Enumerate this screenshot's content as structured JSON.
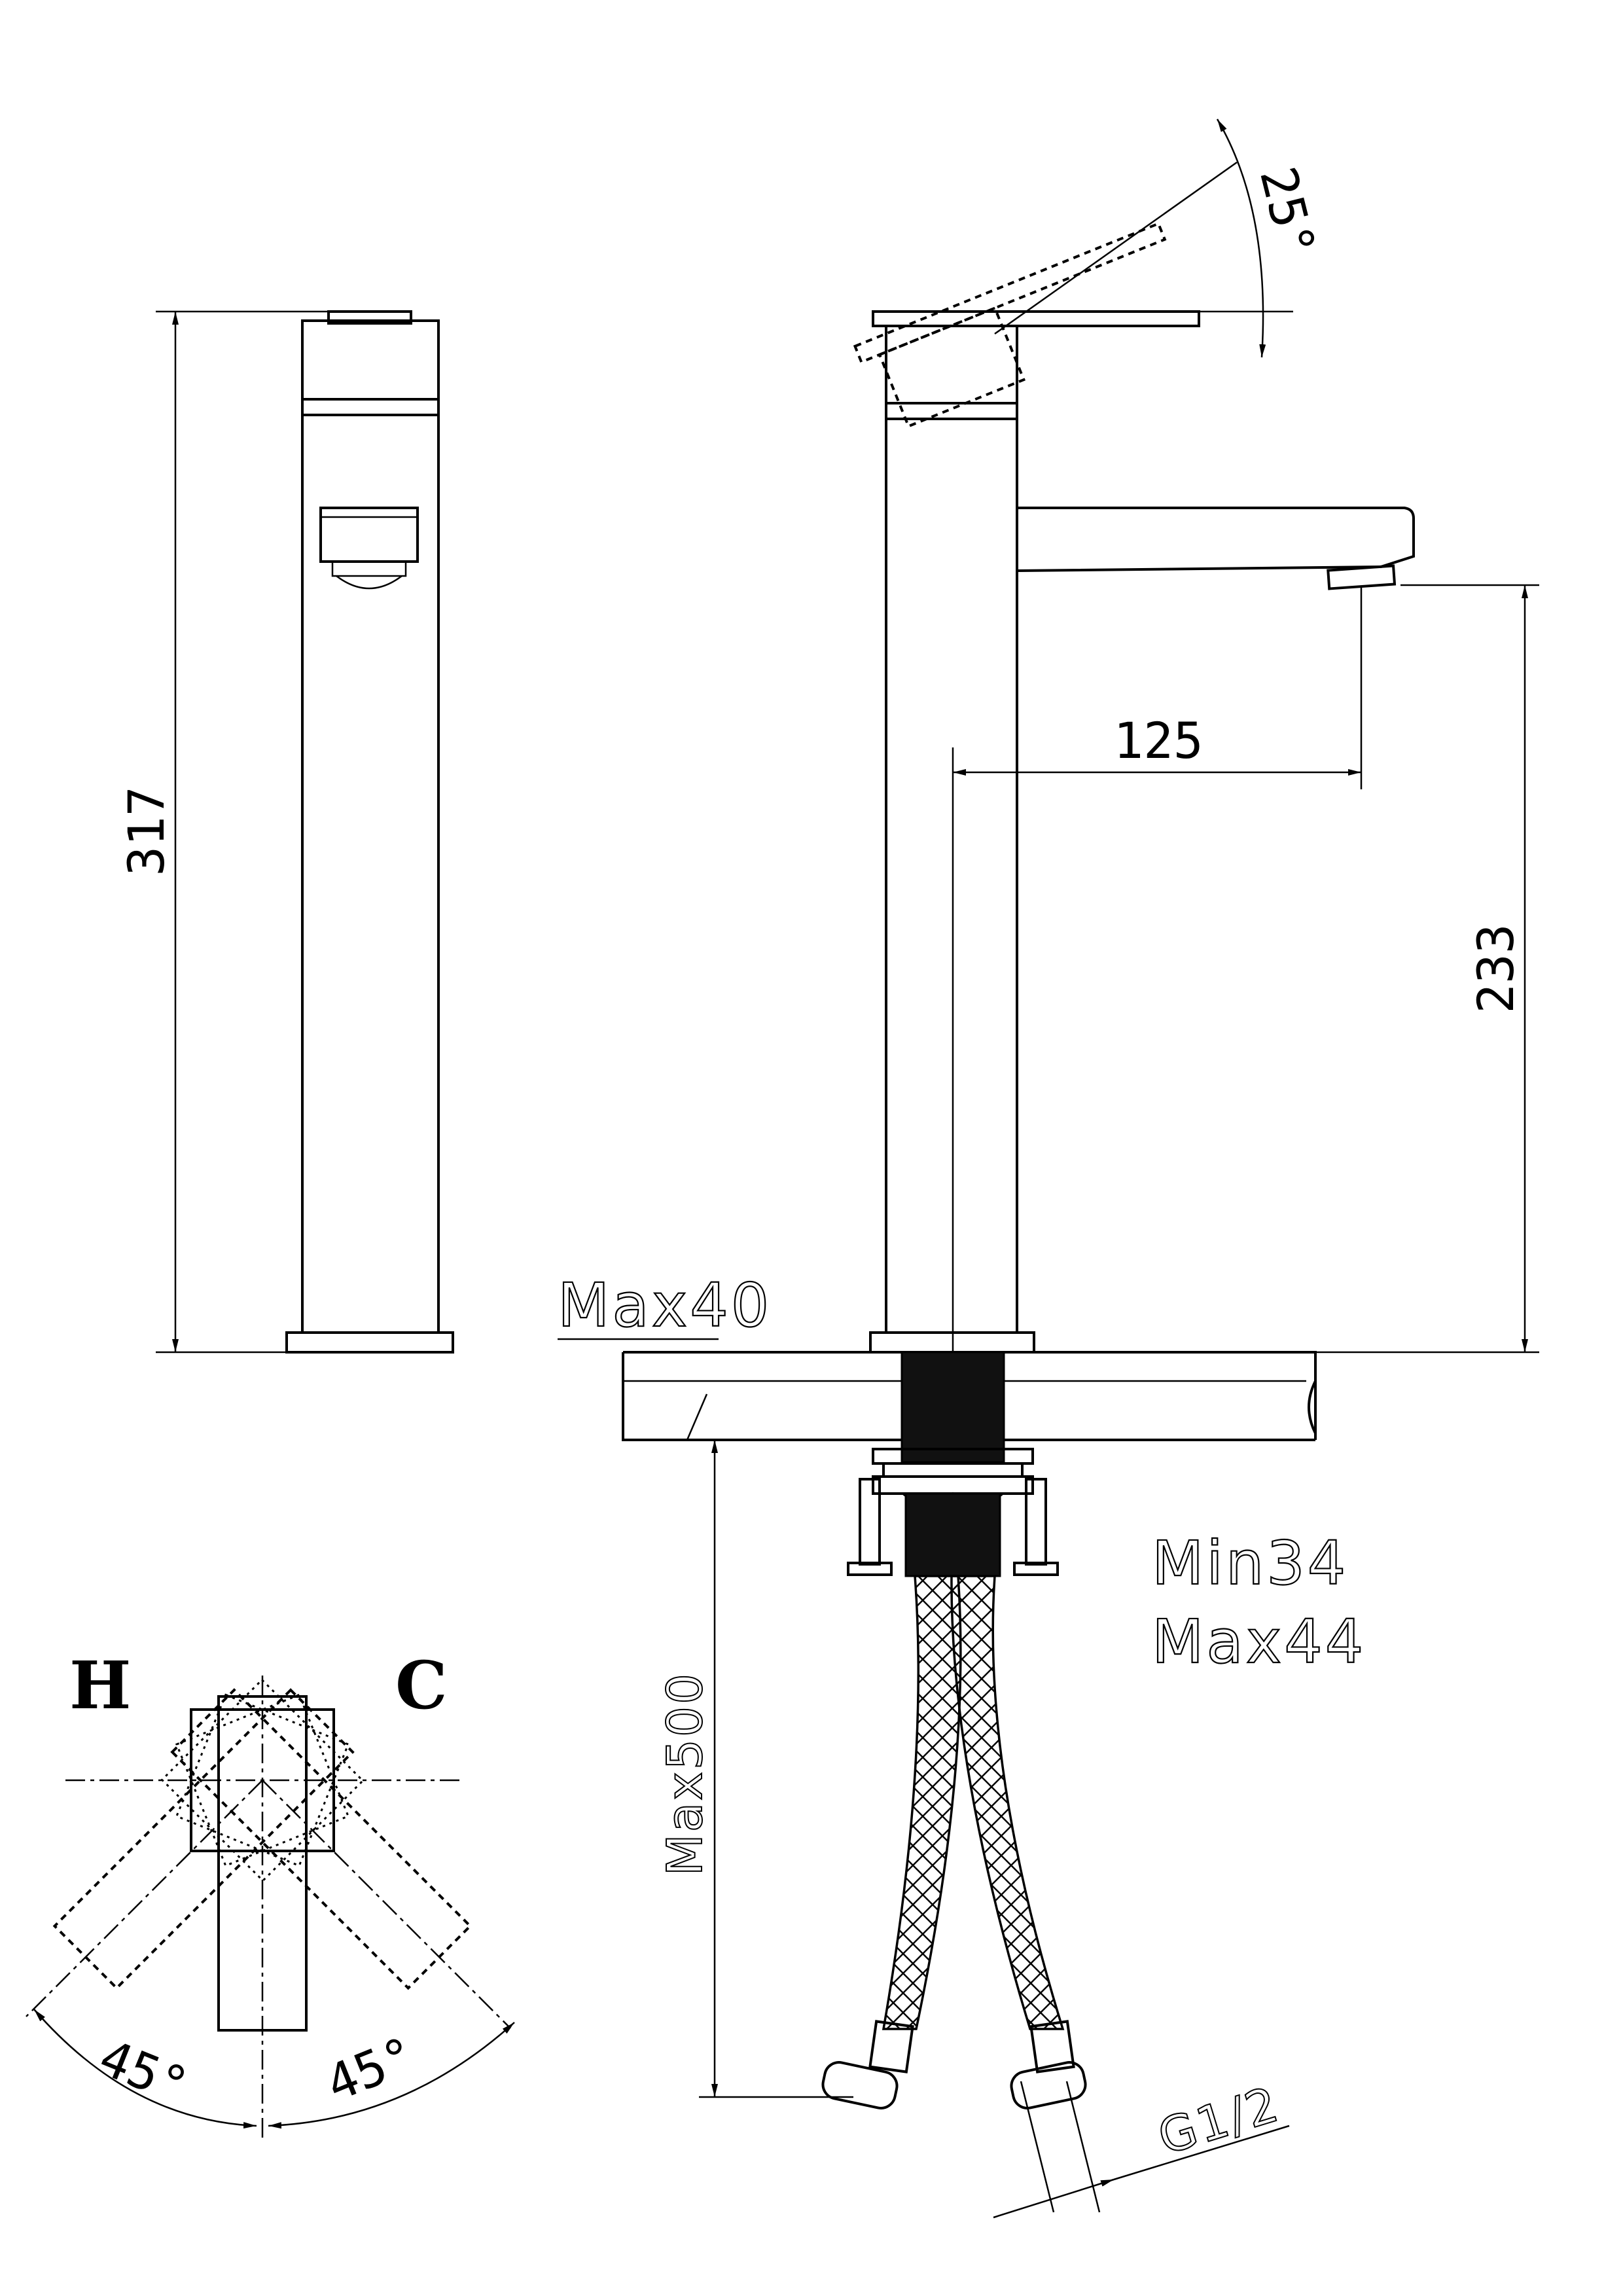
{
  "dimensions": {
    "total_height": "317",
    "spout_reach": "125",
    "spout_height": "233",
    "lever_angle": "25°",
    "counter_max": "Max40",
    "hose_length": "Max500",
    "shank_min": "Min34",
    "shank_max": "Max44",
    "thread": "G1/2",
    "rotation_left": "45°",
    "rotation_right": "45°"
  },
  "lever_labels": {
    "hot": "H",
    "cold": "C"
  },
  "icons": {
    "arrowhead": "arrowhead-icon"
  }
}
